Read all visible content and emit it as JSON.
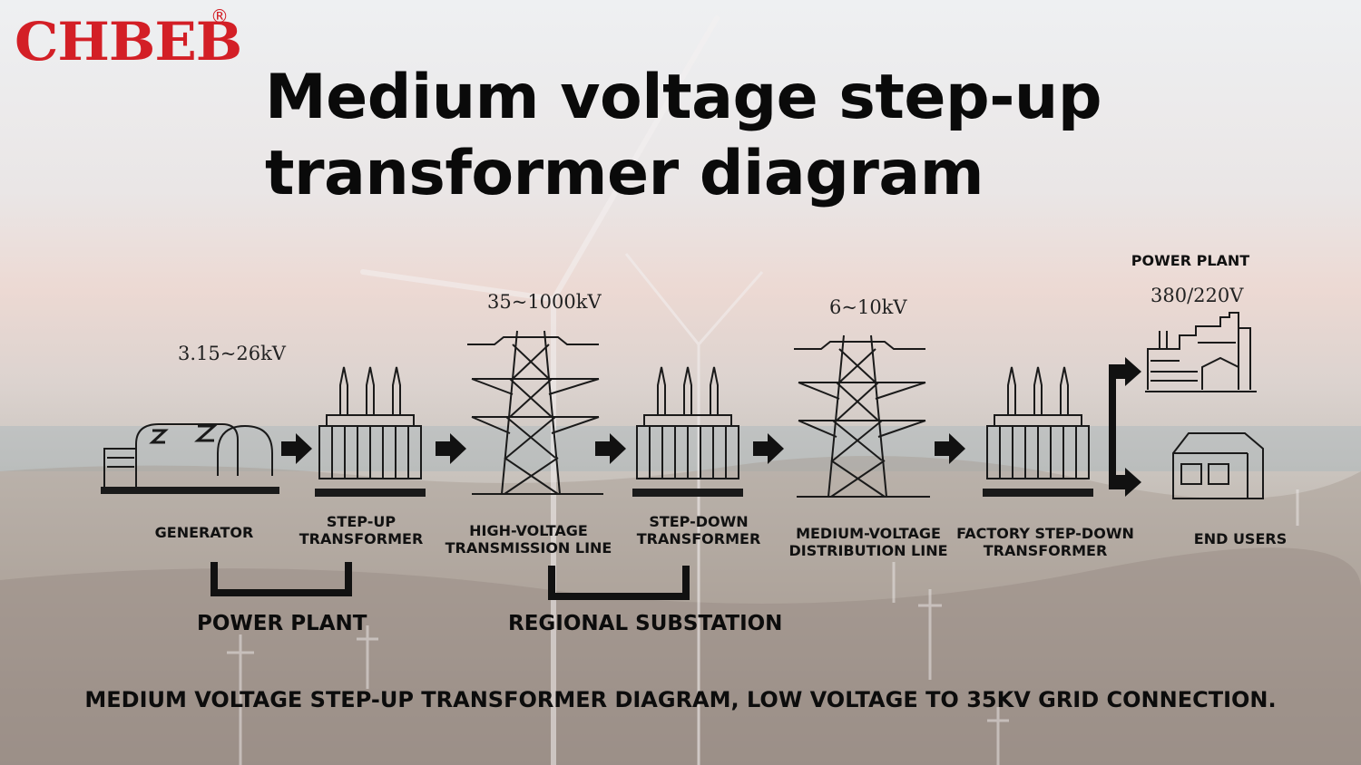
{
  "brand": {
    "name": "CHBEB",
    "registered_mark": "®"
  },
  "title": {
    "line1": "Medium voltage step-up",
    "line2": "transformer diagram"
  },
  "voltages": {
    "generator": "3.15~26kV",
    "transmission": "35~1000kV",
    "distribution": "6~10kV",
    "low_voltage": "380/220V"
  },
  "stages": {
    "generator": {
      "line1": "GENERATOR"
    },
    "step_up": {
      "line1": "STEP-UP",
      "line2": "TRANSFORMER"
    },
    "hv_line": {
      "line1": "HIGH-VOLTAGE",
      "line2": "TRANSMISSION LINE"
    },
    "step_down": {
      "line1": "STEP-DOWN",
      "line2": "TRANSFORMER"
    },
    "mv_line": {
      "line1": "MEDIUM-VOLTAGE",
      "line2": "DISTRIBUTION LINE"
    },
    "factory": {
      "line1": "FACTORY STEP-DOWN",
      "line2": "TRANSFORMER"
    },
    "power_plant_top": {
      "line1": "POWER PLANT"
    },
    "end_users": {
      "line1": "END USERS"
    }
  },
  "groups": {
    "power_plant": "POWER PLANT",
    "regional_substation": "REGIONAL SUBSTATION"
  },
  "caption": "MEDIUM VOLTAGE STEP-UP TRANSFORMER DIAGRAM, LOW VOLTAGE TO 35KV GRID CONNECTION.",
  "colors": {
    "brand": "#d31f26",
    "ink": "#111111"
  }
}
